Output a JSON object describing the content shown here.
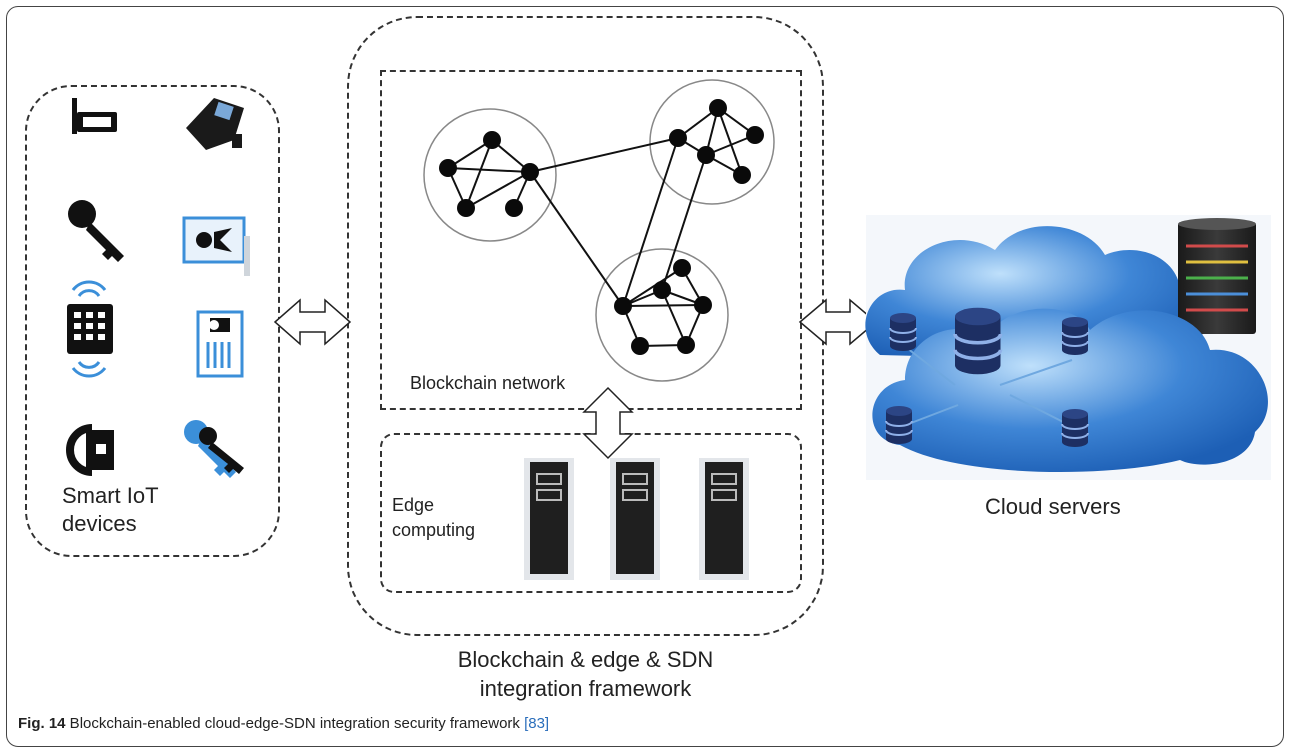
{
  "diagram": {
    "iot_label_line1": "Smart IoT",
    "iot_label_line2": "devices",
    "blockchain_label": "Blockchain network",
    "edge_label_line1": "Edge",
    "edge_label_line2": "computing",
    "framework_label_line1": "Blockchain & edge & SDN",
    "framework_label_line2": "integration framework",
    "cloud_label": "Cloud servers",
    "colors": {
      "cloud_fill": "#3f86d6",
      "cloud_light": "#a9d3f7",
      "database_navy": "#1d2f63",
      "server_dark": "#1f1f1f",
      "device_blue": "#3b8fd9"
    },
    "icons": [
      "cctv-camera-icon",
      "security-camera-icon",
      "key-icon",
      "id-badge-icon",
      "keypad-reader-icon",
      "access-card-icon",
      "door-lock-icon",
      "keys-icon",
      "server-rack-icon",
      "database-icon",
      "bidirectional-arrow-icon"
    ]
  },
  "caption": {
    "fig_label": "Fig. 14",
    "text": " Blockchain-enabled cloud-edge-SDN integration security framework ",
    "ref": "[83]"
  }
}
